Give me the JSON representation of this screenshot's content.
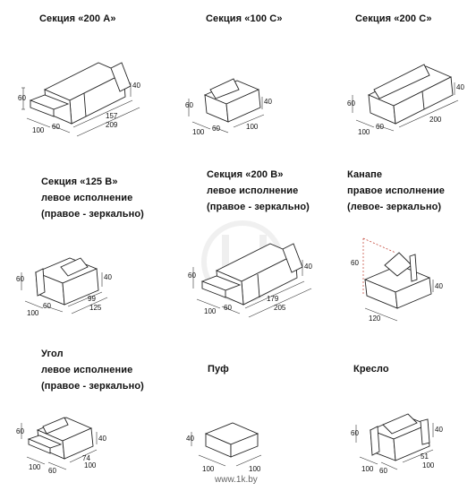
{
  "items": [
    {
      "title": [
        "Секция «200 А»"
      ],
      "dims": {
        "h": "60",
        "d": "100",
        "s": "60",
        "l": "157",
        "w": "209",
        "b": "40"
      }
    },
    {
      "title": [
        "Секция «100 С»"
      ],
      "dims": {
        "h": "60",
        "d": "100",
        "s": "60",
        "w": "100",
        "b": "40"
      }
    },
    {
      "title": [
        "Секция «200 С»"
      ],
      "dims": {
        "h": "60",
        "d": "100",
        "s": "60",
        "w": "200",
        "b": "40"
      }
    },
    {
      "title": [
        "Секция «125 В»",
        "левое исполнение",
        "(правое - зеркально)"
      ],
      "dims": {
        "h": "60",
        "d": "100",
        "s": "60",
        "l": "99",
        "w": "125",
        "b": "40"
      }
    },
    {
      "title": [
        "Секция «200 В»",
        "левое исполнение",
        "(правое - зеркально)"
      ],
      "dims": {
        "h": "60",
        "d": "100",
        "s": "60",
        "l": "179",
        "w": "205",
        "b": "40"
      }
    },
    {
      "title": [
        "Канапе",
        "правое исполнение",
        "(левое- зеркально)"
      ],
      "dims": {
        "h": "60",
        "w": "120",
        "b": "40"
      }
    },
    {
      "title": [
        "Угол",
        "левое исполнение",
        "(правое - зеркально)"
      ],
      "dims": {
        "h": "60",
        "d": "100",
        "s": "60",
        "l": "74",
        "w": "100",
        "b": "40"
      }
    },
    {
      "title": [
        "Пуф"
      ],
      "dims": {
        "h": "40",
        "d": "100",
        "w": "100"
      }
    },
    {
      "title": [
        "Кресло"
      ],
      "dims": {
        "h": "60",
        "d": "100",
        "s": "60",
        "l": "51",
        "w": "100",
        "b": "40"
      }
    }
  ],
  "watermark": "www.1k.by"
}
